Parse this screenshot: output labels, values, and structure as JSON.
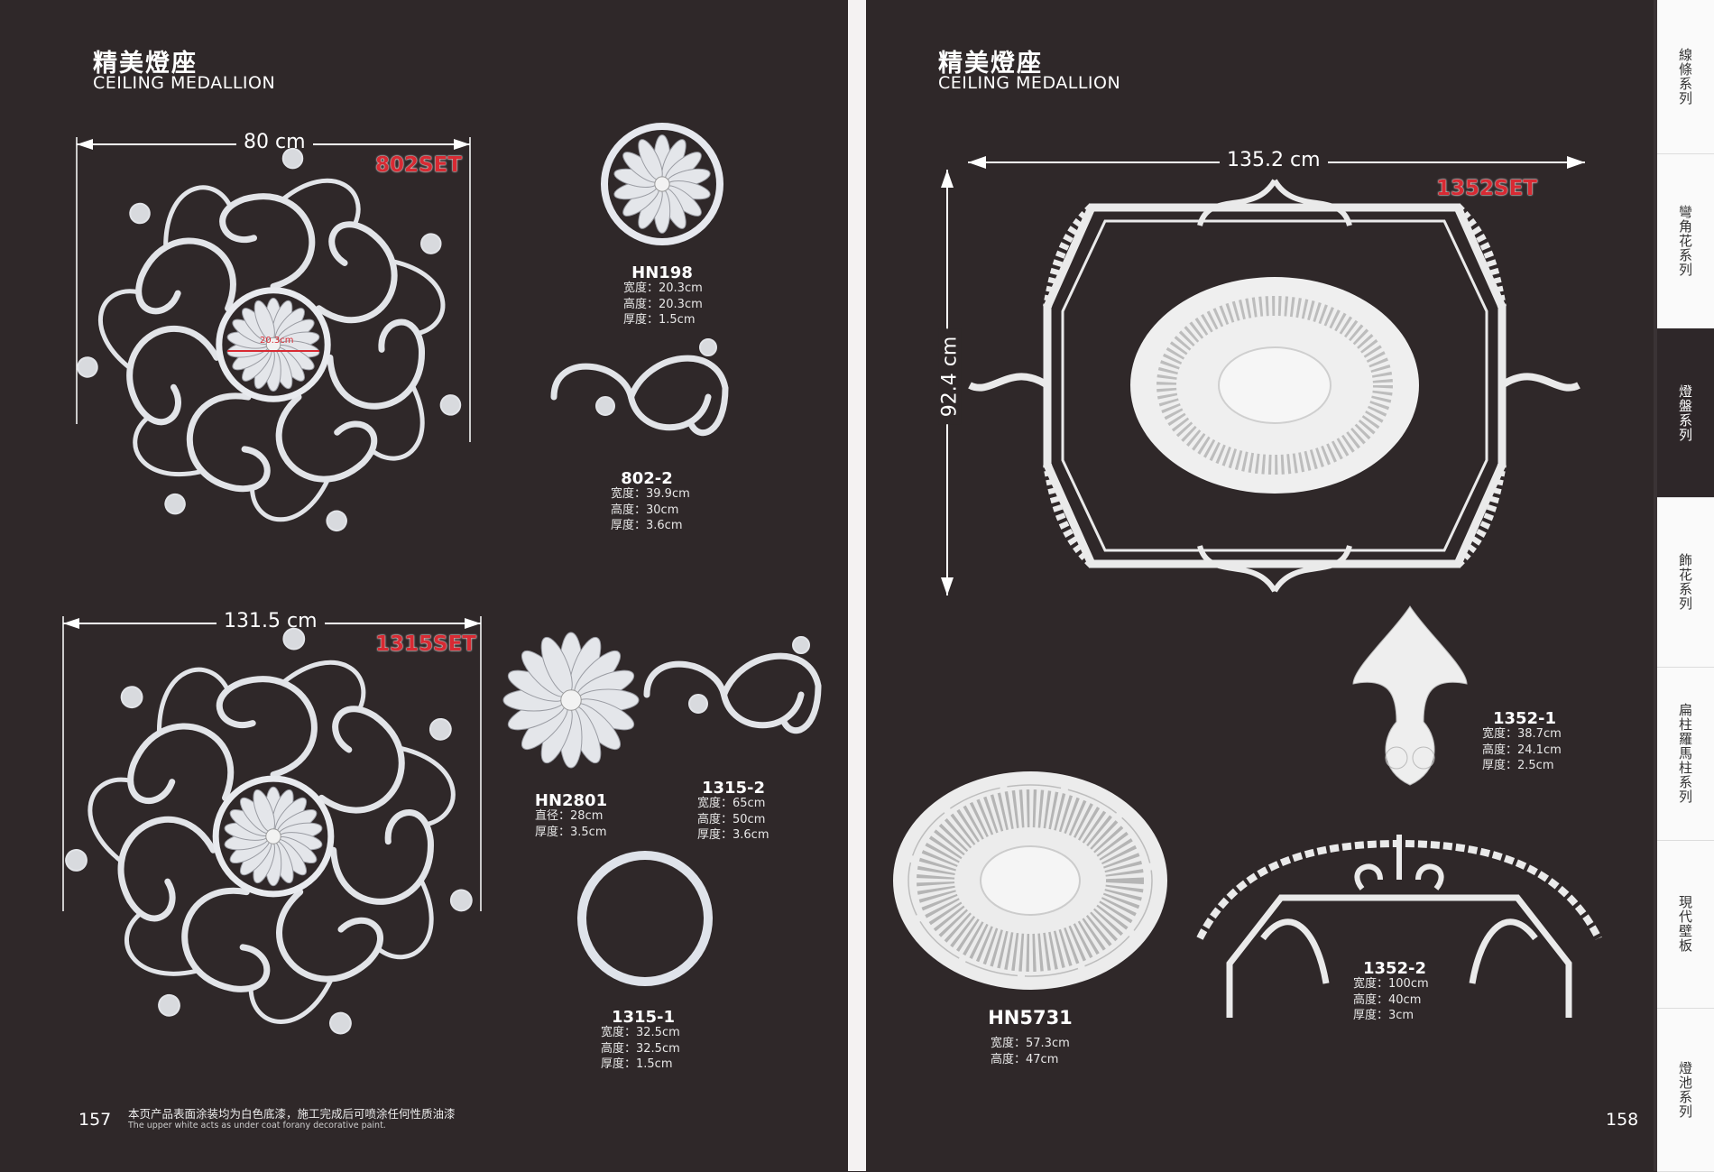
{
  "left_page": {
    "title_cn": "精美燈座",
    "title_en": "CEILING MEDALLION",
    "page_number": "157",
    "footer_cn": "本页产品表面涂装均为白色底漆，施工完成后可喷涂任何性质油漆",
    "footer_en": "The upper white acts as under coat forany decorative paint.",
    "set_802": {
      "label": "802SET",
      "dimension": "80 cm",
      "inner_dimension": "20.3cm"
    },
    "set_1315": {
      "label": "1315SET",
      "dimension": "131.5 cm"
    },
    "products": [
      {
        "code": "HN198",
        "specs": [
          "宽度：20.3cm",
          "高度：20.3cm",
          "厚度：1.5cm"
        ]
      },
      {
        "code": "802-2",
        "specs": [
          "宽度：39.9cm",
          "高度：30cm",
          "厚度：3.6cm"
        ]
      },
      {
        "code": "HN2801",
        "specs": [
          "直径：28cm",
          "厚度：3.5cm"
        ]
      },
      {
        "code": "1315-2",
        "specs": [
          "宽度：65cm",
          "高度：50cm",
          "厚度：3.6cm"
        ]
      },
      {
        "code": "1315-1",
        "specs": [
          "宽度：32.5cm",
          "高度：32.5cm",
          "厚度：1.5cm"
        ]
      }
    ]
  },
  "right_page": {
    "title_cn": "精美燈座",
    "title_en": "CEILING MEDALLION",
    "page_number": "158",
    "set_1352": {
      "label": "1352SET",
      "width": "135.2 cm",
      "height": "92.4 cm"
    },
    "products": [
      {
        "code": "1352-1",
        "specs": [
          "宽度：38.7cm",
          "高度：24.1cm",
          "厚度：2.5cm"
        ]
      },
      {
        "code": "HN5731",
        "specs": [
          "宽度：57.3cm",
          "高度：47cm"
        ]
      },
      {
        "code": "1352-2",
        "specs": [
          "宽度：100cm",
          "高度：40cm",
          "厚度：3cm"
        ]
      }
    ]
  },
  "sidebar": {
    "tabs": [
      {
        "label": "線條系列",
        "active": false
      },
      {
        "label": "彎角花系列",
        "active": false
      },
      {
        "label": "燈盤系列",
        "active": true
      },
      {
        "label": "飾花系列",
        "active": false
      },
      {
        "label": "扁柱羅馬柱系列",
        "active": false
      },
      {
        "label": "現代壁板",
        "active": false
      },
      {
        "label": "燈池系列",
        "active": false
      }
    ]
  },
  "colors": {
    "background": "#2e2729",
    "set_label": "#d82a33",
    "ornament": "#e6e6e6"
  }
}
